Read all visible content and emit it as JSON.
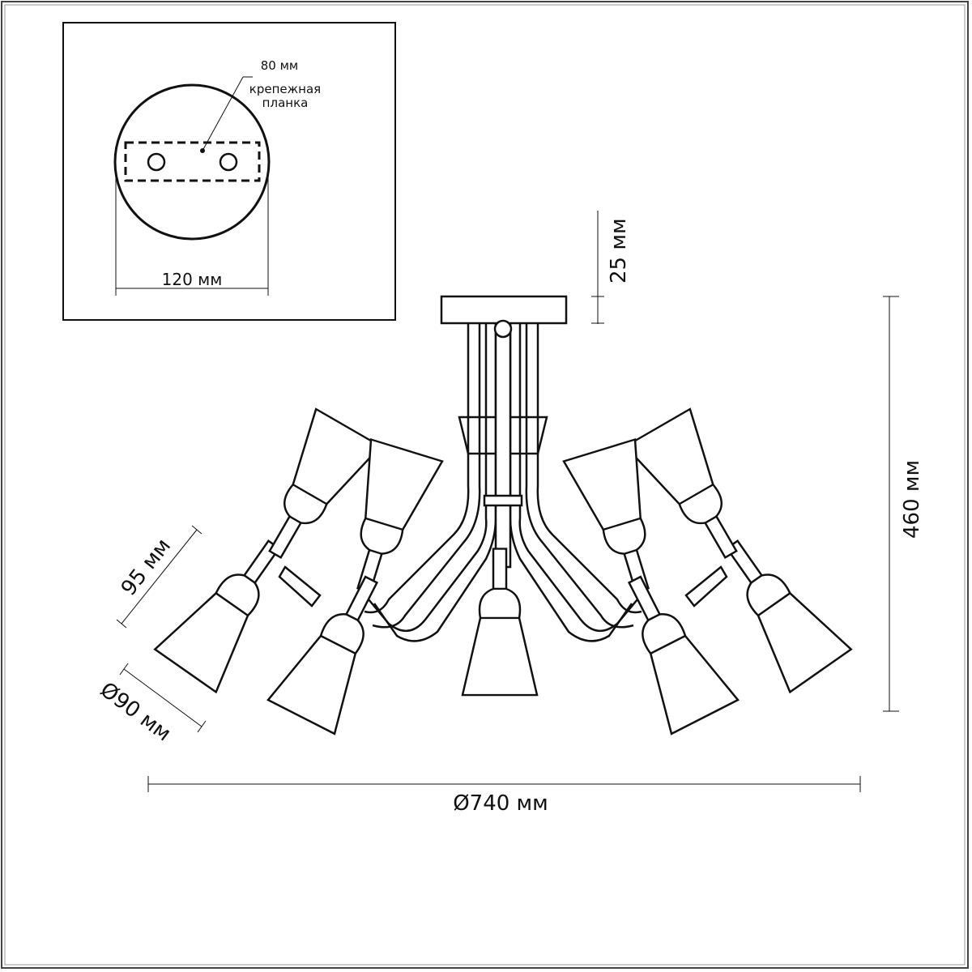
{
  "inset": {
    "plate_width": "120 мм",
    "bracket_length": "80 мм",
    "bracket_label_line1": "крепежная",
    "bracket_label_line2": "планка"
  },
  "dimensions": {
    "canopy_height": "25 мм",
    "total_height": "460 мм",
    "shade_length": "95 мм",
    "shade_diameter": "Ø90 мм",
    "total_diameter": "Ø740 мм"
  },
  "colors": {
    "line": "#111111",
    "background": "#ffffff",
    "frame": "#444444"
  }
}
